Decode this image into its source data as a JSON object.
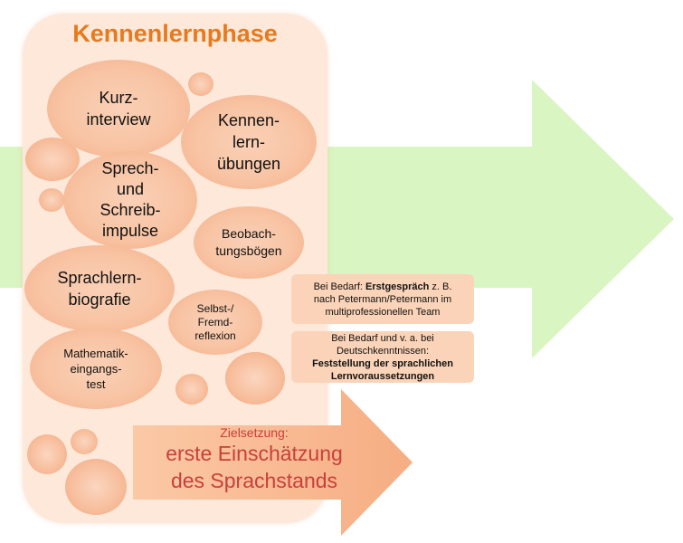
{
  "title": "Kennenlernphase",
  "bubbles": {
    "kurzinterview": [
      "Kurz-",
      "interview"
    ],
    "kennenlernuebungen": [
      "Kennen-",
      "lern-",
      "übungen"
    ],
    "sprechimpulse": [
      "Sprech-",
      "und",
      "Schreib-",
      "impulse"
    ],
    "beobachtungsboegen": [
      "Beobach-",
      "tungsbögen"
    ],
    "sprachlernbiografie": [
      "Sprachlern-",
      "biografie"
    ],
    "reflexion": [
      "Selbst-/",
      "Fremd-",
      "reflexion"
    ],
    "mathematik": [
      "Mathematik-",
      "eingangs-",
      "test"
    ]
  },
  "boxes": {
    "erstgespraech": {
      "prefix": "Bei Bedarf: ",
      "bold": "Erstgespräch",
      "suffix": " z. B.",
      "line2": "nach Petermann/Petermann im",
      "line3": "multiprofessionellen Team"
    },
    "feststellung": {
      "line1": "Bei Bedarf und v. a. bei",
      "line2": "Deutschkenntnissen:",
      "bold1": "Feststellung der sprachlichen",
      "bold2": "Lernvoraussetzungen"
    }
  },
  "goal": {
    "label": "Zielsetzung:",
    "line1": "erste Einschätzung",
    "line2": "des Sprachstands"
  },
  "colors": {
    "big_arrow": "#d9f5c2",
    "panel": "#fde8da",
    "title": "#e87a1e",
    "goal_text": "#c8403c",
    "goal_arrow": "#f7b58a"
  }
}
